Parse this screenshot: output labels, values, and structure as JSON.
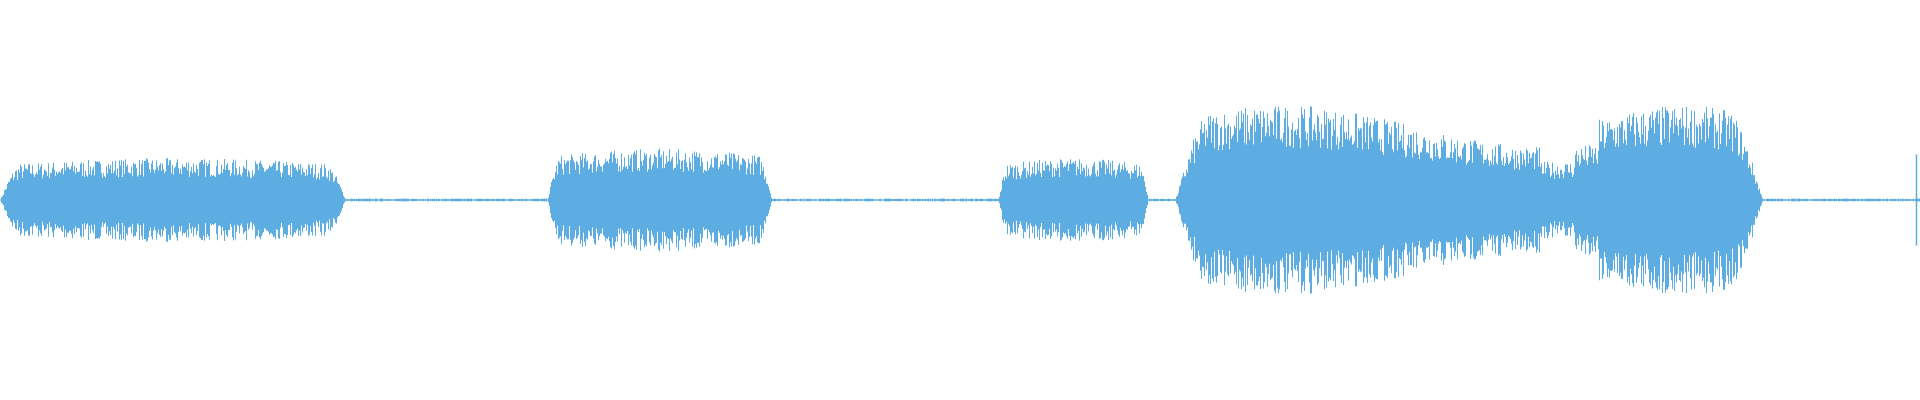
{
  "waveform": {
    "color": "#5dade2",
    "background": "#ffffff",
    "segments": [
      {
        "start": 0.0,
        "end": 0.18,
        "amplitude": 0.22
      },
      {
        "start": 0.285,
        "end": 0.402,
        "amplitude": 0.27
      },
      {
        "start": 0.52,
        "end": 0.598,
        "amplitude": 0.22
      },
      {
        "start": 0.612,
        "end": 0.918,
        "amplitude": 0.5
      }
    ],
    "noise_floor": 0.008,
    "end_spike": {
      "position": 0.998,
      "amplitude": 0.24
    }
  }
}
